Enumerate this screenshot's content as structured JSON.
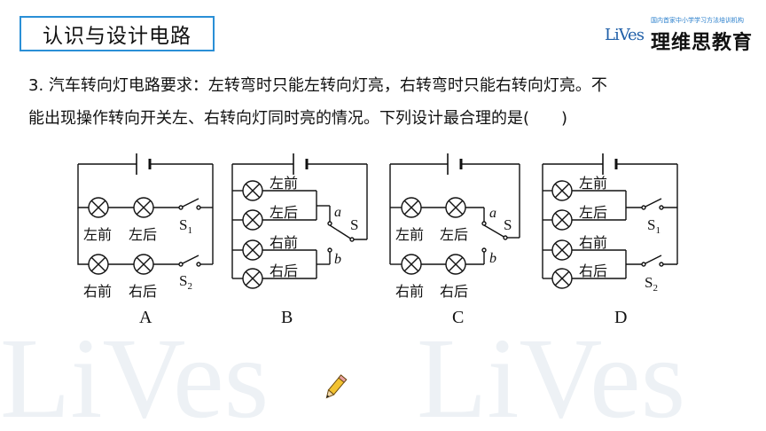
{
  "header": {
    "title": "认识与设计电路",
    "logo_tagline": "国内首家中小学学习方法培训机构",
    "logo_mark": "LiVes",
    "logo_brand": "理维思教育"
  },
  "question": {
    "line1": "3. 汽车转向灯电路要求：左转弯时只能左转向灯亮，右转弯时只能右转向灯亮。不",
    "line2": "能出现操作转向开关左、右转向灯同时亮的情况。下列设计最合理的是(　　)"
  },
  "diagrams": {
    "A": {
      "option": "A",
      "lamp1": "左前",
      "lamp2": "左后",
      "lamp3": "右前",
      "lamp4": "右后",
      "s1": "S",
      "s1_sub": "1",
      "s2": "S",
      "s2_sub": "2"
    },
    "B": {
      "option": "B",
      "lamp1": "左前",
      "lamp2": "左后",
      "lamp3": "右前",
      "lamp4": "右后",
      "a": "a",
      "b": "b",
      "s": "S"
    },
    "C": {
      "option": "C",
      "lamp1": "左前",
      "lamp2": "左后",
      "lamp3": "右前",
      "lamp4": "右后",
      "a": "a",
      "b": "b",
      "s": "S"
    },
    "D": {
      "option": "D",
      "lamp1": "左前",
      "lamp2": "左后",
      "lamp3": "右前",
      "lamp4": "右后",
      "s1": "S",
      "s1_sub": "1",
      "s2": "S",
      "s2_sub": "2"
    }
  },
  "watermark": "LiVes",
  "colors": {
    "accent": "#2a8fd6",
    "watermark": "#e9eef3"
  },
  "icons": {
    "pencil": "pencil-icon",
    "lamp": "lamp-icon",
    "battery": "battery-icon"
  }
}
